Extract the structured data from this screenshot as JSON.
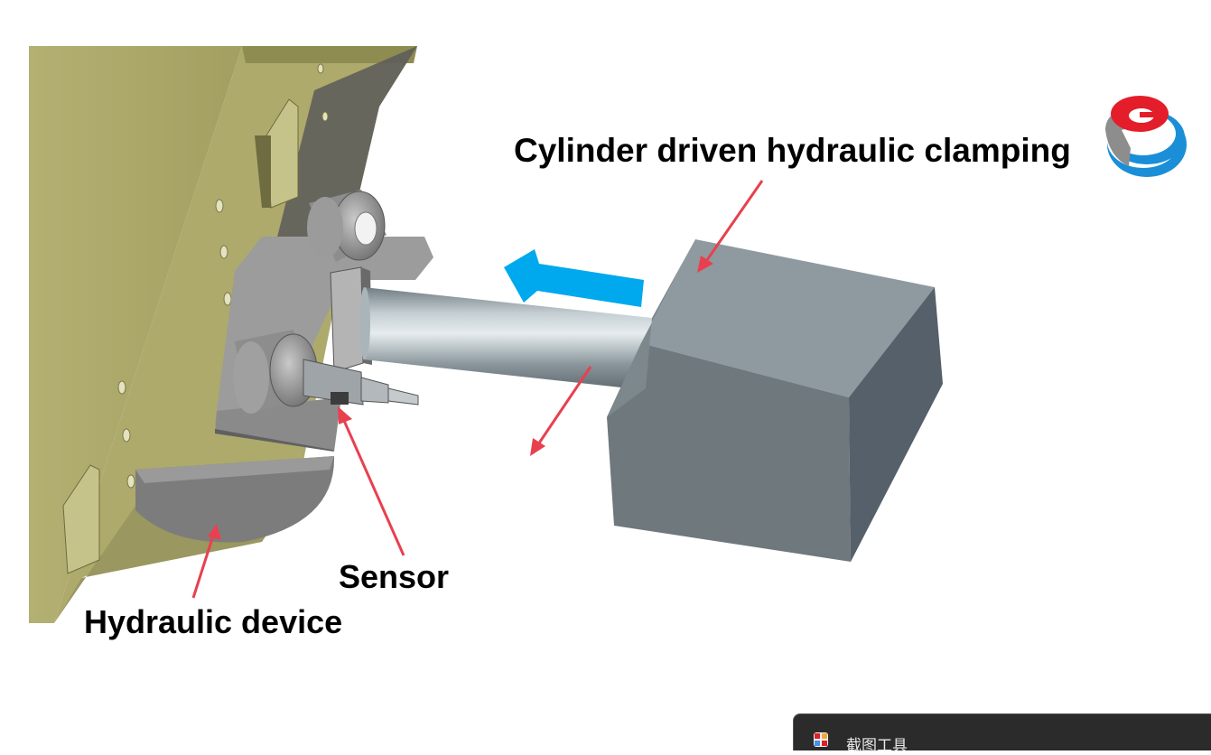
{
  "labels": {
    "cylinder": "Cylinder driven hydraulic clamping",
    "sensor": "Sensor",
    "hydraulic": "Hydraulic device"
  },
  "taskbar": {
    "title": "截图工具",
    "icon": "snipping-tool-icon"
  },
  "logo": {
    "icon": "company-logo-icon"
  },
  "colors": {
    "frame": "#b0ad70",
    "metal": "#8c8f93",
    "block": "#7f8a8f",
    "motion_arrow": "#00a9ee",
    "pointer": "#e8404f",
    "logo_red": "#e31e2a",
    "logo_blue": "#1a8fd8"
  }
}
